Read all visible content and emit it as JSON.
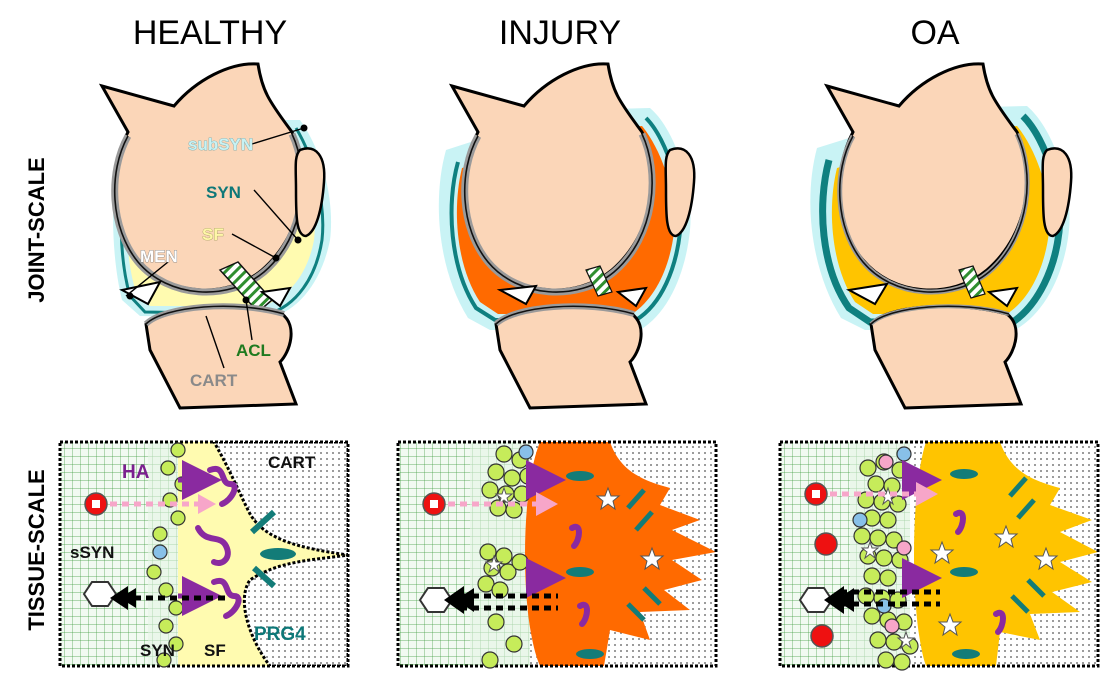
{
  "columns": [
    "HEALTHY",
    "INJURY",
    "OA"
  ],
  "rows": [
    "JOINT-SCALE",
    "TISSUE-SCALE"
  ],
  "joint_labels": {
    "subsyn": "subSYN",
    "syn": "SYN",
    "sf": "SF",
    "men": "MEN",
    "acl": "ACL",
    "cart": "CART"
  },
  "tissue_labels": {
    "ha": "HA",
    "cart": "CART",
    "ssyn": "sSYN",
    "syn": "SYN",
    "sf": "SF",
    "prg4": "PRG4"
  },
  "colors": {
    "bone": "#fbd6b8",
    "synovium_healthy": "#0f8080",
    "fluid_healthy": "#fffbb0",
    "subsynovium": "#c9f3f5",
    "injury_fluid": "#ff6a00",
    "oa_fluid": "#ffc400",
    "acl_hatch": "#2f8f2f",
    "cell": "#c6ec5a",
    "macrophage": "#88c0e8",
    "pink_cell": "#f7a6c9",
    "purple_arrow": "#8a2aa0",
    "teal_arrow": "#137c78",
    "red_cell": "#ee1111"
  }
}
